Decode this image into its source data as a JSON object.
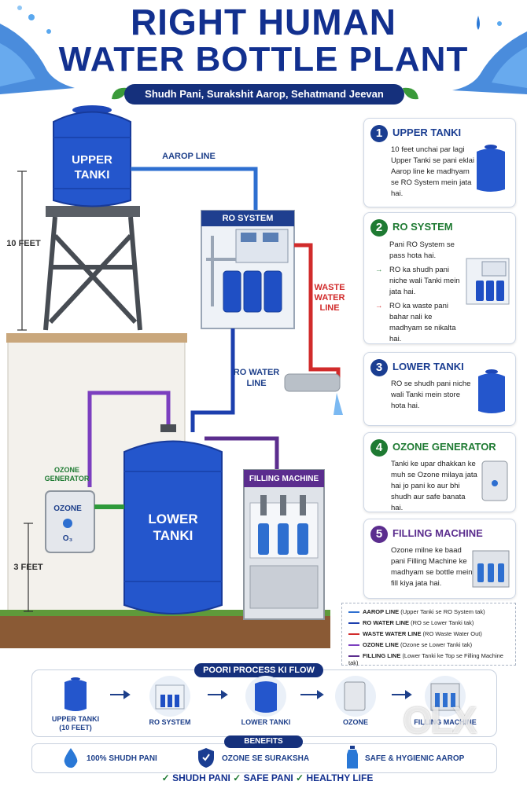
{
  "title_line1": "RIGHT HUMAN",
  "title_line2": "WATER BOTTLE PLANT",
  "subtitle": "Shudh Pani, Surakshit Aarop, Sehatmand Jeevan",
  "diagram": {
    "upper_tanki": "UPPER\nTANKI",
    "aarop_line": "AAROP LINE",
    "ten_feet": "10 FEET",
    "ro_system": "RO SYSTEM",
    "waste_water_line": "WASTE\nWATER\nLINE",
    "ro_water_line": "RO WATER\nLINE",
    "ozone_generator": "OZONE\nGENERATOR",
    "ozone_panel": "OZONE",
    "ozone_o3": "O₃",
    "lower_tanki": "LOWER\nTANKI",
    "filling_machine": "FILLING MACHINE",
    "three_feet": "3 FEET"
  },
  "cards": [
    {
      "num": "1",
      "title": "UPPER TANKI",
      "color": "#1a3d91",
      "body": "10 feet unchai par lagi Upper Tanki se pani eklai Aarop line ke madhyam se RO System mein jata hai."
    },
    {
      "num": "2",
      "title": "RO SYSTEM",
      "color": "#1e7a32",
      "body_lines": [
        "Pani RO System se pass hota hai.",
        "RO ka shudh pani niche wali Tanki mein jata hai.",
        "RO ka waste pani bahar nali ke madhyam se nikalta hai."
      ]
    },
    {
      "num": "3",
      "title": "LOWER TANKI",
      "color": "#1a3d91",
      "body": "RO se shudh pani niche wali Tanki mein store hota hai."
    },
    {
      "num": "4",
      "title": "OZONE GENERATOR",
      "color": "#1e7a32",
      "body": "Tanki ke upar dhakkan ke muh se Ozone milaya jata hai jo pani ko aur bhi shudh aur safe banata hai."
    },
    {
      "num": "5",
      "title": "FILLING MACHINE",
      "color": "#5b2d8e",
      "body": "Ozone milne ke baad pani Filling Machine ke madhyam se bottle mein fill kiya jata hai."
    }
  ],
  "legend": [
    {
      "name": "AAROP LINE",
      "desc": "(Upper Tanki se RO System tak)",
      "color": "#2e6fd0"
    },
    {
      "name": "RO WATER LINE",
      "desc": "(RO se Lower Tanki tak)",
      "color": "#1c3fae"
    },
    {
      "name": "WASTE WATER LINE",
      "desc": "(RO Waste Water Out)",
      "color": "#d12b2b"
    },
    {
      "name": "OZONE LINE",
      "desc": "(Ozone se Lower Tanki tak)",
      "color": "#7b3fbf"
    },
    {
      "name": "FILLING LINE",
      "desc": "(Lower Tanki ke Top se Filling Machine tak)",
      "color": "#5b2d8e"
    }
  ],
  "flow": {
    "title": "POORI PROCESS KI FLOW",
    "steps": [
      "UPPER TANKI\n(10 FEET)",
      "RO SYSTEM",
      "LOWER TANKI",
      "OZONE",
      "FILLING MACHINE"
    ]
  },
  "benefits": {
    "title": "BENEFITS",
    "items": [
      "100% SHUDH PANI",
      "OZONE SE SURAKSHA",
      "SAFE & HYGIENIC AAROP"
    ]
  },
  "footer": [
    "SHUDH PANI",
    "SAFE PANI",
    "HEALTHY LIFE"
  ],
  "watermark": "OLX",
  "colors": {
    "navy": "#12308f",
    "tank_blue": "#1f4fc4",
    "waste_red": "#d12b2b",
    "ozone_purple": "#7b3fbf",
    "green": "#1e7a32"
  }
}
